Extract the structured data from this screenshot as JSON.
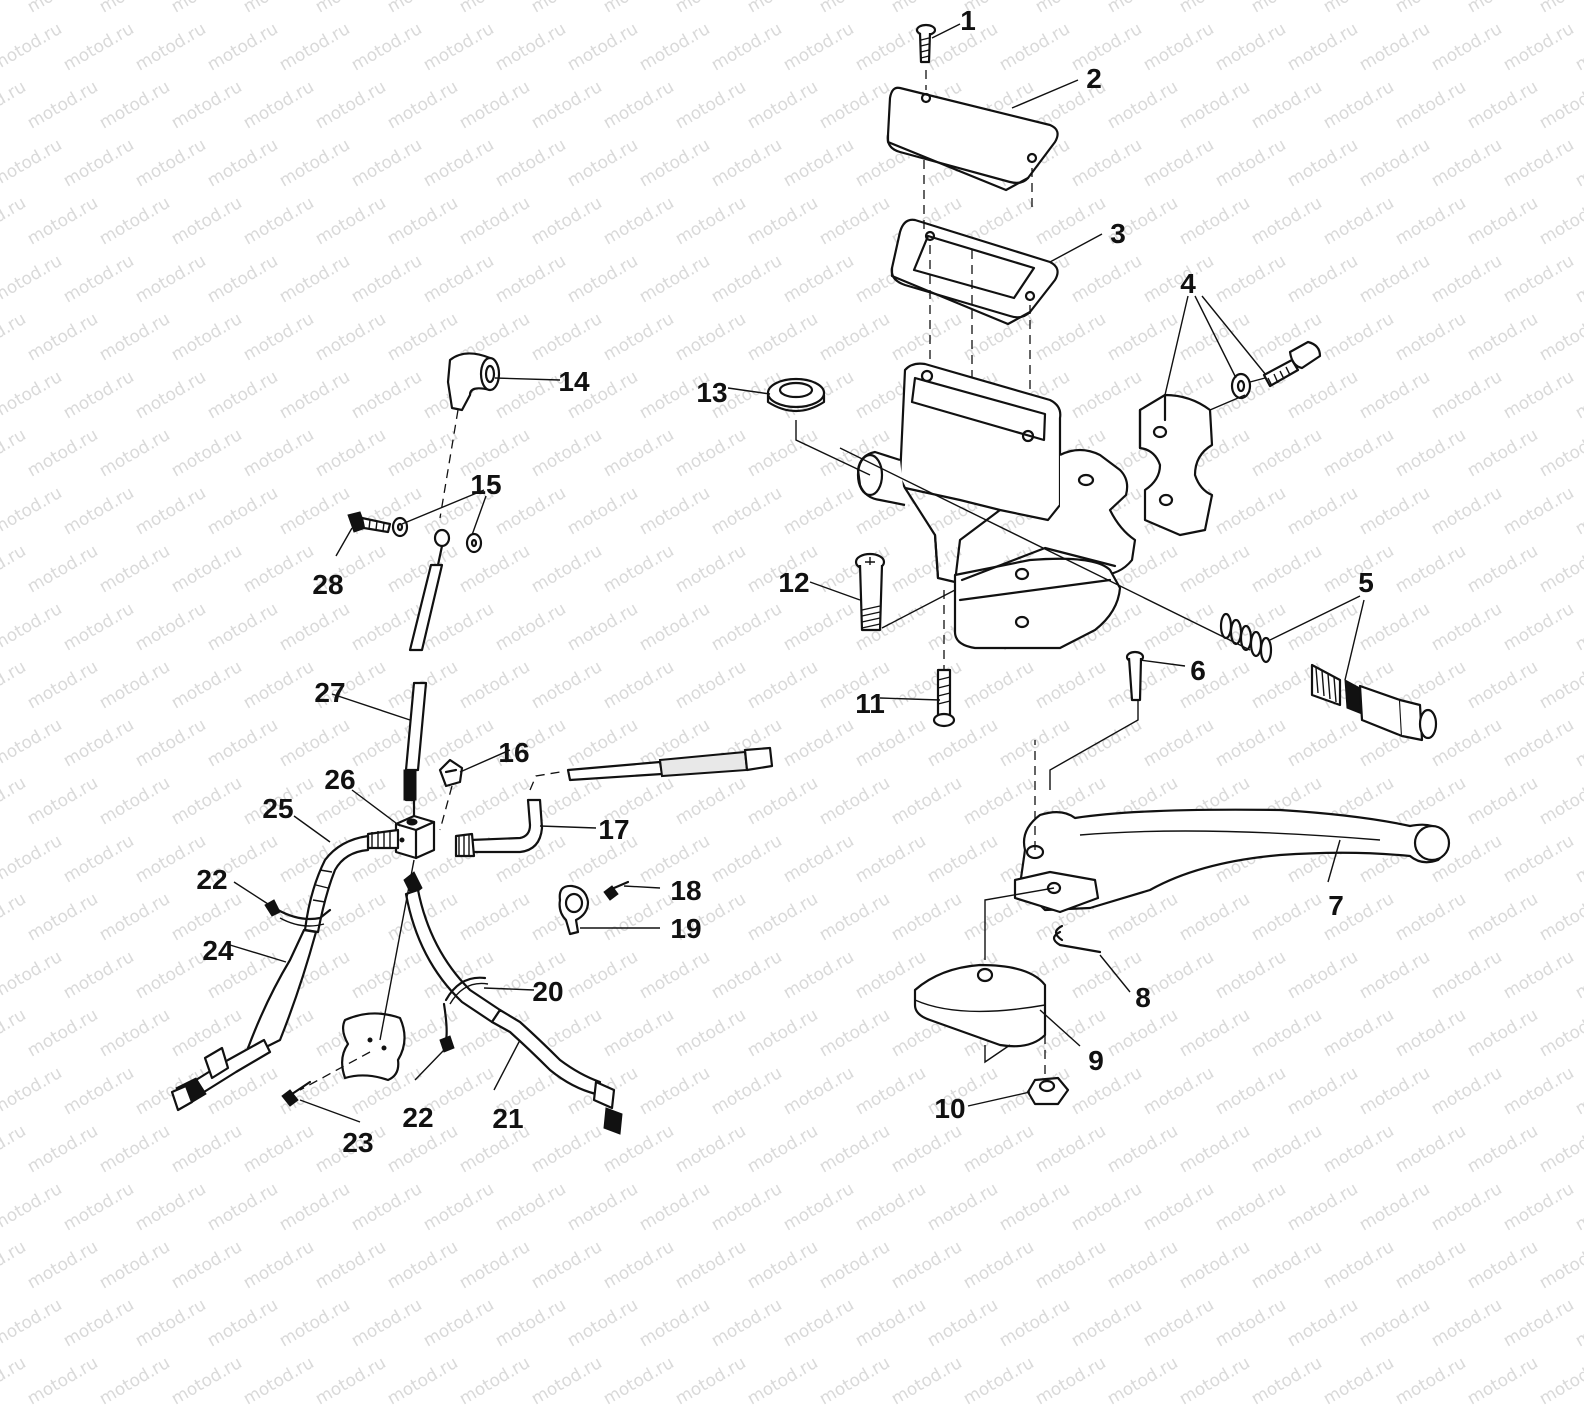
{
  "watermark": "motod.ru",
  "callouts": [
    {
      "id": "1",
      "label": "1"
    },
    {
      "id": "2",
      "label": "2"
    },
    {
      "id": "3",
      "label": "3"
    },
    {
      "id": "4",
      "label": "4"
    },
    {
      "id": "5",
      "label": "5"
    },
    {
      "id": "6",
      "label": "6"
    },
    {
      "id": "7",
      "label": "7"
    },
    {
      "id": "8",
      "label": "8"
    },
    {
      "id": "9",
      "label": "9"
    },
    {
      "id": "10",
      "label": "10"
    },
    {
      "id": "11",
      "label": "11"
    },
    {
      "id": "12",
      "label": "12"
    },
    {
      "id": "13",
      "label": "13"
    },
    {
      "id": "14",
      "label": "14"
    },
    {
      "id": "15",
      "label": "15"
    },
    {
      "id": "16",
      "label": "16"
    },
    {
      "id": "17",
      "label": "17"
    },
    {
      "id": "18",
      "label": "18"
    },
    {
      "id": "19",
      "label": "19"
    },
    {
      "id": "20",
      "label": "20"
    },
    {
      "id": "21",
      "label": "21"
    },
    {
      "id": "22a",
      "label": "22"
    },
    {
      "id": "22b",
      "label": "22"
    },
    {
      "id": "23",
      "label": "23"
    },
    {
      "id": "24",
      "label": "24"
    },
    {
      "id": "25",
      "label": "25"
    },
    {
      "id": "26",
      "label": "26"
    },
    {
      "id": "27",
      "label": "27"
    },
    {
      "id": "28",
      "label": "28"
    }
  ]
}
